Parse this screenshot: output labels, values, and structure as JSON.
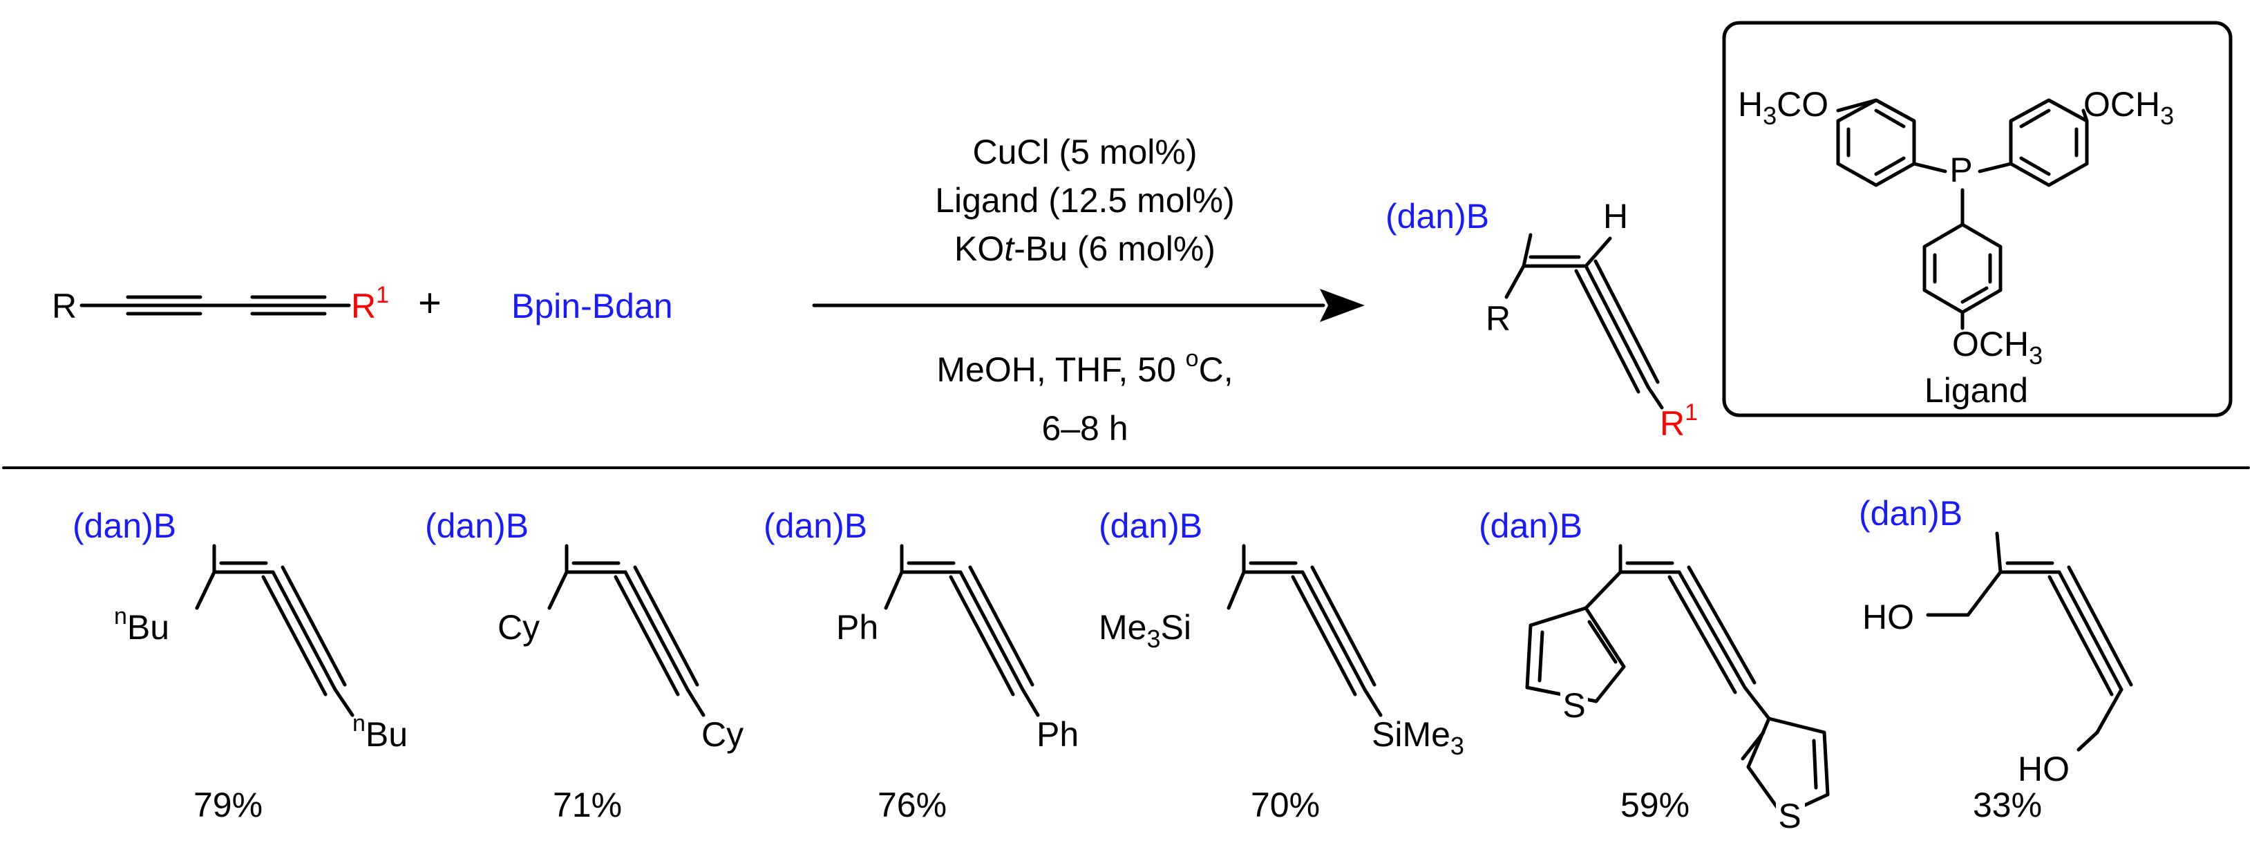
{
  "colors": {
    "boron_label": "#1a1aff",
    "r1_label": "#ff0000",
    "lines": "#000000"
  },
  "reaction": {
    "reactant_r": "R",
    "reactant_r1": "R",
    "reactant_r1_sup": "1",
    "plus": "+",
    "reagent": "Bpin-Bdan",
    "conditions": {
      "line1": "CuCl (5 mol%)",
      "line2": "Ligand (12.5 mol%)",
      "line3_a": "KO",
      "line3_b": "t",
      "line3_c": "-Bu (6 mol%)",
      "line4_a": "MeOH, THF, 50 ",
      "line4_sup": "o",
      "line4_b": "C,",
      "line5": "6–8 h"
    },
    "product": {
      "boryl": "(dan)B",
      "h": "H",
      "r": "R",
      "r1": "R",
      "r1_sup": "1"
    }
  },
  "ligand": {
    "left_a": "H",
    "left_sub": "3",
    "left_b": "CO",
    "right_a": "OCH",
    "right_sub": "3",
    "bottom_a": "OCH",
    "bottom_sub": "3",
    "p": "P",
    "caption": "Ligand"
  },
  "examples": [
    {
      "boryl": "(dan)B",
      "sub_a_pre": "n",
      "sub_a": "Bu",
      "sub_b_pre": "n",
      "sub_b": "Bu",
      "yield": "79%"
    },
    {
      "boryl": "(dan)B",
      "sub_a": "Cy",
      "sub_b": "Cy",
      "yield": "71%"
    },
    {
      "boryl": "(dan)B",
      "sub_a": "Ph",
      "sub_b": "Ph",
      "yield": "76%"
    },
    {
      "boryl": "(dan)B",
      "sub_a_pre": "Me",
      "sub_a_sub": "3",
      "sub_a": "Si",
      "sub_b": "SiMe",
      "sub_b_sub": "3",
      "yield": "70%"
    },
    {
      "boryl": "(dan)B",
      "s_a": "S",
      "s_b": "S",
      "yield": "59%"
    },
    {
      "boryl": "(dan)B",
      "sub_a": "HO",
      "sub_b": "HO",
      "yield": "33%"
    }
  ]
}
